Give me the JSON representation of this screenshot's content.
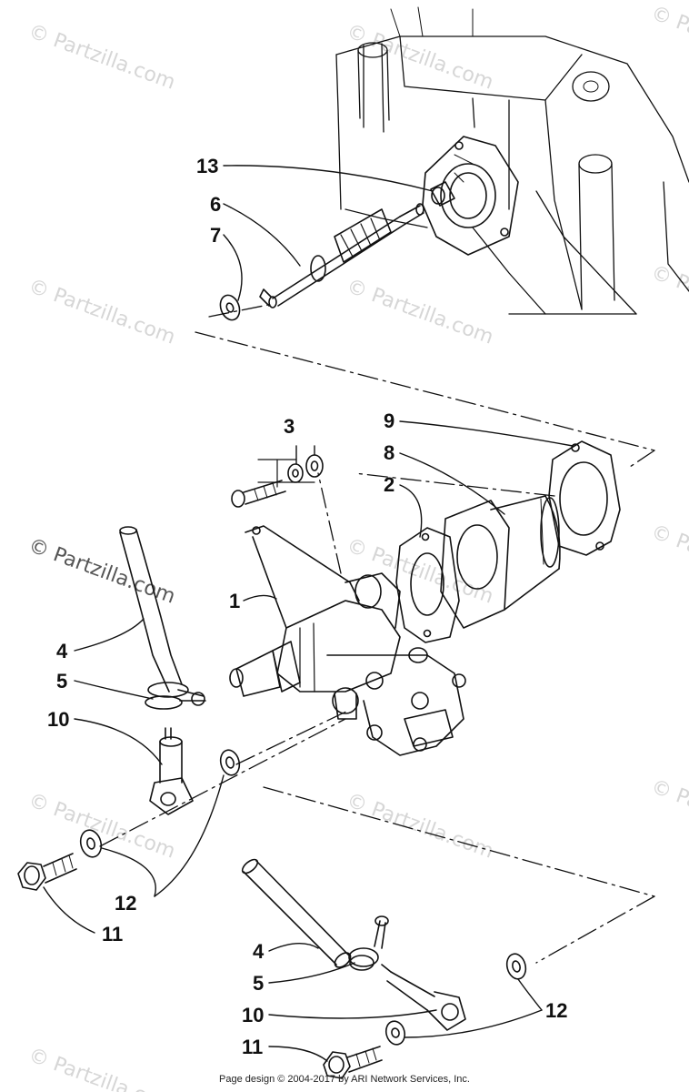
{
  "watermark_text": "© Partzilla.com",
  "footer_text": "Page design © 2004-2017 by ARI Network Services, Inc.",
  "callouts": {
    "c13": "13",
    "c6": "6",
    "c7": "7",
    "c3": "3",
    "c9": "9",
    "c8": "8",
    "c2": "2",
    "c1": "1",
    "c4a": "4",
    "c5a": "5",
    "c10a": "10",
    "c12a": "12",
    "c11a": "11",
    "c4b": "4",
    "c5b": "5",
    "c10b": "10",
    "c12b": "12",
    "c11b": "11"
  },
  "colors": {
    "ink": "#111111",
    "watermark": "#d6d6d6",
    "background": "#ffffff"
  }
}
